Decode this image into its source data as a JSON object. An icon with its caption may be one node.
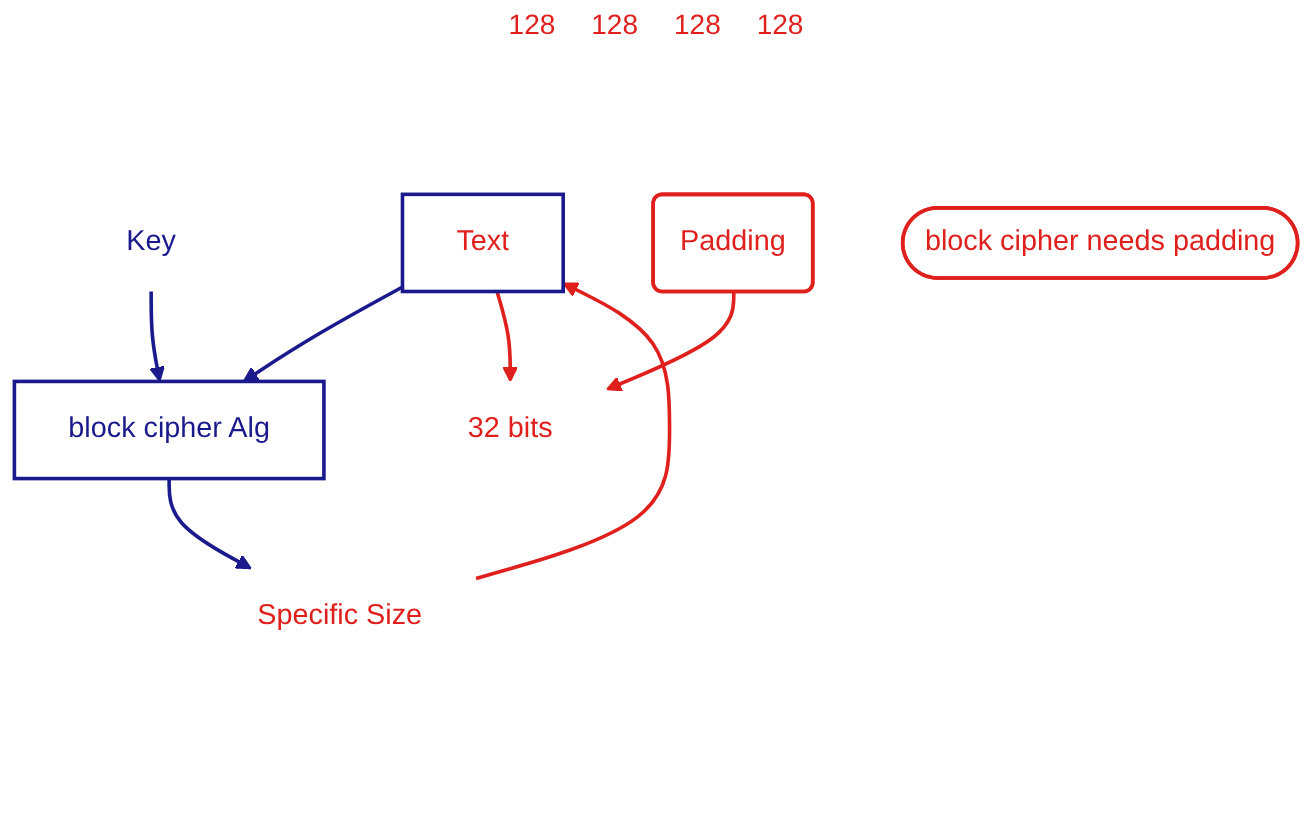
{
  "diagram": {
    "nodes": [
      {
        "text": [
          "Text"
        ]
      },
      {
        "text": [
          "block cipher Alg"
        ]
      },
      {
        "text": [
          "Key"
        ]
      },
      {
        "text": [
          "Specific Size"
        ]
      },
      {
        "text": [
          "32 bits"
        ]
      },
      {
        "text": [
          "Padding"
        ]
      },
      {
        "text": [
          "block cipher needs padding"
        ]
      }
    ],
    "edges": [
      {
        "from": 0,
        "to": 1,
        "arrow": "to"
      },
      {
        "from": 2,
        "to": 1,
        "arrow": "to"
      },
      {
        "from": 1,
        "to": 3,
        "arrow": "to"
      },
      {
        "from": 3,
        "to": 0,
        "arrow": "to",
        "color": "#e0201c"
      },
      {
        "from": 0,
        "to": 4,
        "arrow": "to",
        "color": "#e0201c"
      },
      {
        "from": 5,
        "to": 4,
        "arrow": "to",
        "color": "#e0201c"
      }
    ],
    "labels": [
      "128",
      "128",
      "128",
      "128"
    ]
  }
}
